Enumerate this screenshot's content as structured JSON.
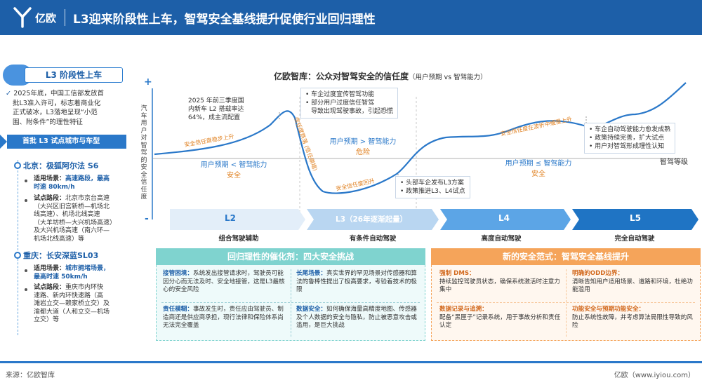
{
  "header": {
    "logo_text": "亿欧",
    "title": "L3迎来阶段性上车，智驾安全基线提升促使行业回归理性"
  },
  "left": {
    "l3_title": "L3 阶段性上车",
    "l3_desc_1": "2025年底，中国工信部发放首",
    "l3_desc_2": "批L3准入许可，标志着商业化",
    "l3_desc_3": "正式破冰，L3落地呈现“小范",
    "l3_desc_4": "围、附条件”的理性特征",
    "cities_banner": "首批 L3 试点城市与车型",
    "beijing": {
      "name": "北京：极狐阿尔法 S6",
      "scene_label": "适用场景：",
      "scene_value_1": "高速路段，最高",
      "scene_value_2": "时速 80km/h",
      "route_label": "试点路段：",
      "route_lines": [
        "北京市京台高速",
        "（大兴区旧宫新桥—机场北",
        "线高速）、机场北线高速",
        "（大羊坊桥—大兴机场高速）",
        "及大兴机场高速（南六环—",
        "机场北线高速）等"
      ]
    },
    "chongqing": {
      "name": "重庆：长安深蓝SL03",
      "scene_label": "适用场景：",
      "scene_value_1": "城市拥堵场景，",
      "scene_value_2": "最高时速 50km/h",
      "route_label": "试点路段：",
      "route_lines": [
        "重庆市内环快",
        "速路、新内环快速路（高",
        "滩岩立交—赖家桥立交）及",
        "渝都大道（人和立交—机场",
        "立交）等"
      ]
    }
  },
  "chart": {
    "title": "亿欧智库：公众对智驾安全的信任度",
    "title_sub": "（用户预期 vs 智驾能力）",
    "y_label": "汽车用户对智驾的安全信任度",
    "x_label": "智驾等级",
    "plus_sign": "+",
    "minus_sign": "-",
    "ann1": [
      "2025 年前三季度国",
      "内新车 L2 搭载率达",
      "64%，成主流配置"
    ],
    "ann2": [
      "车企过度宣传智驾功能",
      "部分用户过度信任智驾",
      "导致出现驾驶事故，引起恐慌"
    ],
    "ann3": [
      "头部车企发布L3方案",
      "政策推进L3、L4试点"
    ],
    "ann4": [
      "车企自动驾驶能力愈发成熟",
      "政策持续完善，扩大试点",
      "用户对智驾形成理性认知"
    ],
    "curve_labels": {
      "rise": "安全信任度稳步上升",
      "drop": "信任度跌落 (信任崩塌)",
      "recover": "安全信任度回升",
      "wave": "安全信任度在波折中缓慢上升"
    },
    "mid1_line": "用户预期 < 智驾能力",
    "mid1_sub": "安全",
    "mid2_line": "用户预期 > 智驾能力",
    "mid2_sub": "危险",
    "mid3_line": "用户预期 ≤ 智驾能力",
    "mid3_sub": "安全",
    "levels": [
      "L2",
      "L3（26年逐渐起量）",
      "L4",
      "L5"
    ],
    "level_labels": [
      "组合驾驶辅助",
      "有条件自动驾驶",
      "高度自动驾驶",
      "完全自动驾驶"
    ]
  },
  "catalyst": {
    "title": "回归理性的催化剂：四大安全挑战",
    "items": [
      {
        "t": "接管困境：",
        "d": "系统发出接管请求时，驾驶员可能因分心而无法及时、安全地接管，这是L3最核心的安全风险"
      },
      {
        "t": "长尾场景：",
        "d": "真实世界的罕见场景对传感器和算法的鲁棒性提出了极高要求，考验着技术的极限"
      },
      {
        "t": "责任模糊：",
        "d": "事故发生时，责任应由驾驶员、制造商还是供应商承担，现行法律和保险体系尚无法完全覆盖"
      },
      {
        "t": "数据安全：",
        "d": "如何确保海量高精度地图、传感器及个人数据的安全与隐私，防止被恶意攻击或滥用，是巨大挑战"
      }
    ]
  },
  "paradigm": {
    "title": "新的安全范式：智驾安全基线提升",
    "items": [
      {
        "t": "强制 DMS：",
        "d": "持续监控驾驶员状态，确保系统激活时注意力集中"
      },
      {
        "t": "明确的ODD边界：",
        "d": "清晰告知用户适用场景、道路和环境，杜绝功能滥用"
      },
      {
        "t": "数据记录与追溯：",
        "d": "配备“黑匣子”记录系统，用于事故分析和责任认定"
      },
      {
        "t": "功能安全与预期功能安全：",
        "d": "防止系统性故障，并考虑算法局限性导致的风险"
      }
    ]
  },
  "footer": {
    "source": "来源：亿欧智库",
    "url": "亿欧（www.iyiou.com）"
  },
  "colors": {
    "brand_blue": "#1d5fa8",
    "teal": "#7fd3cf",
    "orange": "#f5a45a"
  }
}
